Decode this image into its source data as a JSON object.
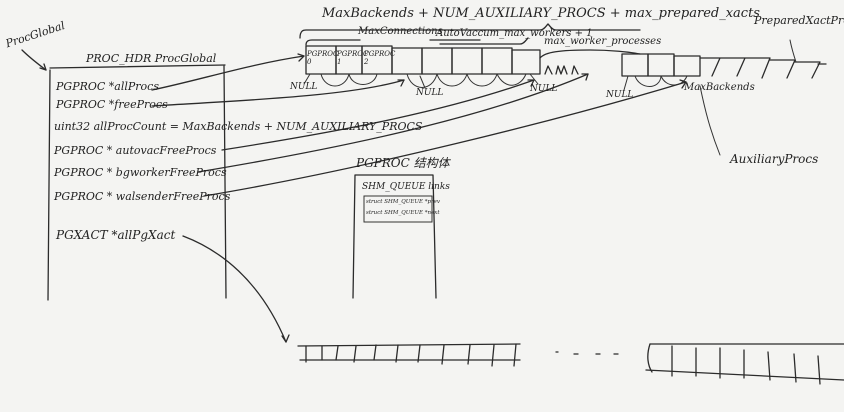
{
  "top": {
    "title": "MaxBackends + NUM_AUXILIARY_PROCS + max_prepared_xacts",
    "max_connections": "MaxConnections",
    "autovacuum": "AutoVaccum_max_workers + 1",
    "max_worker_processes": "max_worker_processes",
    "prepared_xact_procs": "PreparedXactProcs",
    "max_backends": "MaxBackends",
    "auxiliary_procs": "AuxiliaryProcs"
  },
  "proc_global": {
    "side_label": "ProcGlobal",
    "header": "PROC_HDR   ProcGlobal",
    "fields": [
      "PGPROC *allProcs",
      "PGPROC *freeProcs",
      "uint32  allProcCount = MaxBackends + NUM_AUXILIARY_PROCS",
      "PGPROC * autovacFreeProcs",
      "PGPROC * bgworkerFreeProcs",
      "PGPROC * walsenderFreeProcs",
      "PGXACT  *allPgXact"
    ]
  },
  "cells": {
    "c0": "PGPROC\n0",
    "c1": "PGPROC\n1",
    "c2": "PGPROC\n2",
    "null1": "NULL",
    "null2": "NULL",
    "null3": "NULL",
    "null4": "NULL"
  },
  "pgproc_struct": {
    "title": "PGPROC 结构体",
    "links": "SHM_QUEUE links",
    "prev": "struct SHM_QUEUE *prev",
    "next": "struct SHM_QUEUE *next"
  }
}
